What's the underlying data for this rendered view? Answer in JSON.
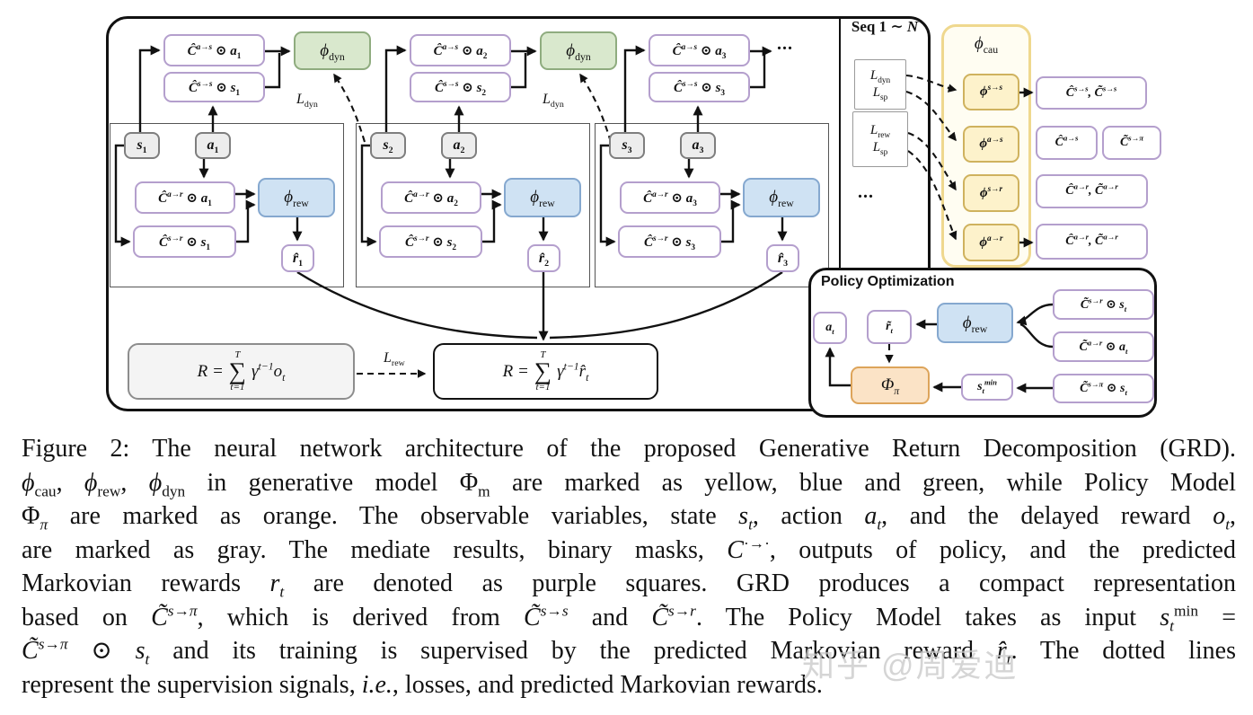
{
  "diagram": {
    "seq_label": "Seq 1 ∼ *N*",
    "sequences": [
      {
        "mask_as": "Ĉ^{a→s} ⊙ a_{1}",
        "mask_ss": "Ĉ^{s→s} ⊙ s_{1}",
        "phi_dyn": "ϕ_{dyn}",
        "loss_dyn": "L_{dyn}",
        "state": "s_{1}",
        "action": "a_{1}",
        "mask_ar": "Ĉ^{a→r} ⊙ a_{1}",
        "phi_rew": "ϕ_{rew}",
        "mask_sr": "Ĉ^{s→r} ⊙ s_{1}",
        "reward": "r̂_{1}"
      },
      {
        "mask_as": "Ĉ^{a→s} ⊙ a_{2}",
        "mask_ss": "Ĉ^{s→s} ⊙ s_{2}",
        "phi_dyn": "ϕ_{dyn}",
        "loss_dyn": "L_{dyn}",
        "state": "s_{2}",
        "action": "a_{2}",
        "mask_ar": "Ĉ^{a→r} ⊙ a_{2}",
        "phi_rew": "ϕ_{rew}",
        "mask_sr": "Ĉ^{s→r} ⊙ s_{2}",
        "reward": "r̂_{2}"
      },
      {
        "mask_as": "Ĉ^{a→s} ⊙ a_{3}",
        "mask_ss": "Ĉ^{s→s} ⊙ s_{3}",
        "ellipsis": "...",
        "state": "s_{3}",
        "action": "a_{3}",
        "mask_ar": "Ĉ^{a→r} ⊙ a_{3}",
        "phi_rew": "ϕ_{rew}",
        "mask_sr": "Ĉ^{s→r} ⊙ s_{3}",
        "reward": "r̂_{3}"
      }
    ],
    "observed_return": {
      "lhs": "R =",
      "sum_top": "*T*",
      "sum_sym": "∑",
      "sum_bot": "*t*=1",
      "rhs": "γ^{t−1}o_{*t*}"
    },
    "loss_rew_label": "L_{rew}",
    "predicted_return": {
      "lhs": "R =",
      "sum_top": "*T*",
      "sum_sym": "∑",
      "sum_bot": "*t*=1",
      "rhs": "γ^{t−1}r̂_{*t*}"
    },
    "loss_box_dyn": {
      "line1": "L_{dyn}",
      "line2": "L_{sp}"
    },
    "loss_box_rew": {
      "line1": "L_{rew}",
      "line2": "L_{sp}"
    },
    "loss_ellipsis": "...",
    "causal": {
      "title": "ϕ_{cau}",
      "rows": [
        {
          "phi": "ϕ^{s→s}",
          "out": "Ĉ^{s→s}, C̃^{s→s}"
        },
        {
          "phi": "ϕ^{a→s}",
          "out": "Ĉ^{a→s}",
          "out2": "C̃^{s→π}"
        },
        {
          "phi": "ϕ^{s→r}",
          "out": "Ĉ^{a→r}, C̃^{a→r}"
        },
        {
          "phi": "ϕ^{a→r}",
          "out": "Ĉ^{a→r}, C̃^{a→r}"
        }
      ]
    },
    "policy": {
      "title": "Policy Optimization",
      "action": "a_{*t*}",
      "reward": "r̃_{*t*}",
      "phi_rew": "ϕ_{rew}",
      "in_sr": "C̃^{s→r} ⊙ s_{*t*}",
      "in_ar": "C̃^{a→r} ⊙ a_{*t*}",
      "policy_net": "Φ_{*π*}",
      "s_min": "s_{*t*}^{min}",
      "in_spi": "C̃^{s→π} ⊙ s_{*t*}"
    }
  },
  "caption": {
    "lines": [
      "Figure 2: The neural network architecture of the proposed Generative Return Decomposition (GRD).",
      "*ϕ*_{cau}, *ϕ*_{rew}, *ϕ*_{dyn} in generative model Φ_{m} are marked as yellow, blue and green, while Policy Model",
      "Φ_{*π*} are marked as orange. The observable variables, state *s*_{*t*}, action *a*_{*t*}, and the delayed reward *o*_{*t*},",
      "are marked as gray. The mediate results, binary masks, *C*^{·→·}, outputs of policy, and the predicted",
      "Markovian rewards *r*_{*t*} are denoted as purple squares.  GRD produces a compact representation",
      "based on *C̃*^{*s*→*π*}, which is derived from *C̃*^{*s*→*s*} and *C̃*^{*s*→*r*}. The Policy Model takes as input *s*_{*t*}^{min} =",
      "*C̃*^{*s*→*π*} ⊙ *s*_{*t*} and its training is supervised by the predicted Markovian reward *r̂*_{*t*}. The dotted lines",
      "represent the supervision signals, *i.e.*, losses, and predicted Markovian rewards."
    ]
  },
  "watermark": "知乎 @周爱迪",
  "colors": {
    "generative_yellow": "#fdf2cb",
    "reward_blue": "#cfe2f3",
    "dynamics_green": "#d9e8cd",
    "policy_orange": "#fbe3c6",
    "observable_gray": "#ededed",
    "purple_border": "#b49fcd"
  }
}
